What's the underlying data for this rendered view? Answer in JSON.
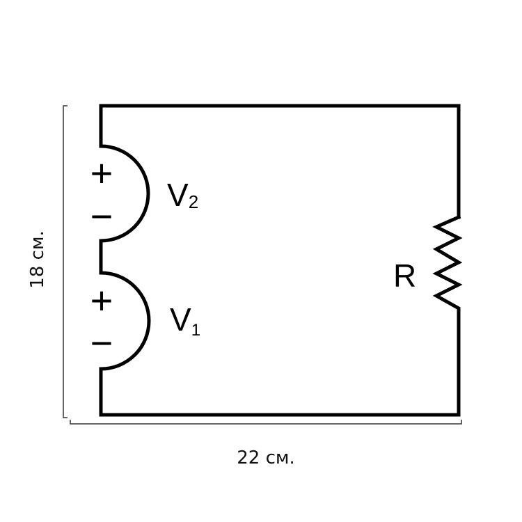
{
  "components": {
    "source_top": {
      "name": "V",
      "subscript": "2",
      "plus": "+",
      "minus": "−"
    },
    "source_bottom": {
      "name": "V",
      "subscript": "1",
      "plus": "+",
      "minus": "−"
    },
    "resistor": {
      "name": "R"
    }
  },
  "dimensions": {
    "height": "18 см.",
    "width": "22 см."
  }
}
